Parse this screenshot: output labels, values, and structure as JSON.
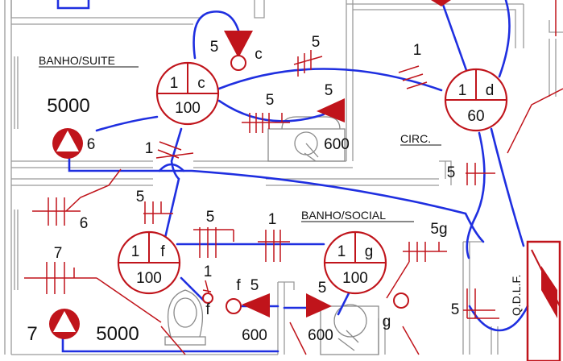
{
  "colors": {
    "wire": "#1f2fe0",
    "conductor": "#c0141b",
    "wall": "#9a9a9a",
    "fixture": "#8a8a8a"
  },
  "rooms": {
    "suite": "BANHO/SUITE",
    "circ": "CIRC.",
    "social": "BANHO/SOCIAL"
  },
  "panel": {
    "label": "Q.D.L.F."
  },
  "luminaires": [
    {
      "circuit": "1",
      "letter": "c",
      "power": "100"
    },
    {
      "circuit": "1",
      "letter": "d",
      "power": "60"
    },
    {
      "circuit": "1",
      "letter": "f",
      "power": "100"
    },
    {
      "circuit": "1",
      "letter": "g",
      "power": "100"
    }
  ],
  "outlets": {
    "suite_top": {
      "number": "5",
      "switch_letter": "c"
    },
    "suite_sink": {
      "number": "5",
      "power": "600"
    },
    "suite_shower": {
      "number": "6",
      "power": "5000"
    },
    "social_shower": {
      "number": "7",
      "power": "5000"
    },
    "social_sink": {
      "number": "5",
      "power": "600"
    },
    "social_mid": {
      "number": "5",
      "letter": "f",
      "power": "600"
    }
  },
  "switch_letters": {
    "social_f": "f",
    "social_g": "g"
  },
  "conductor_labels": [
    "5",
    "5",
    "1",
    "1",
    "6",
    "5",
    "5",
    "1",
    "7",
    "1",
    "5",
    "5",
    "5",
    "5g"
  ]
}
